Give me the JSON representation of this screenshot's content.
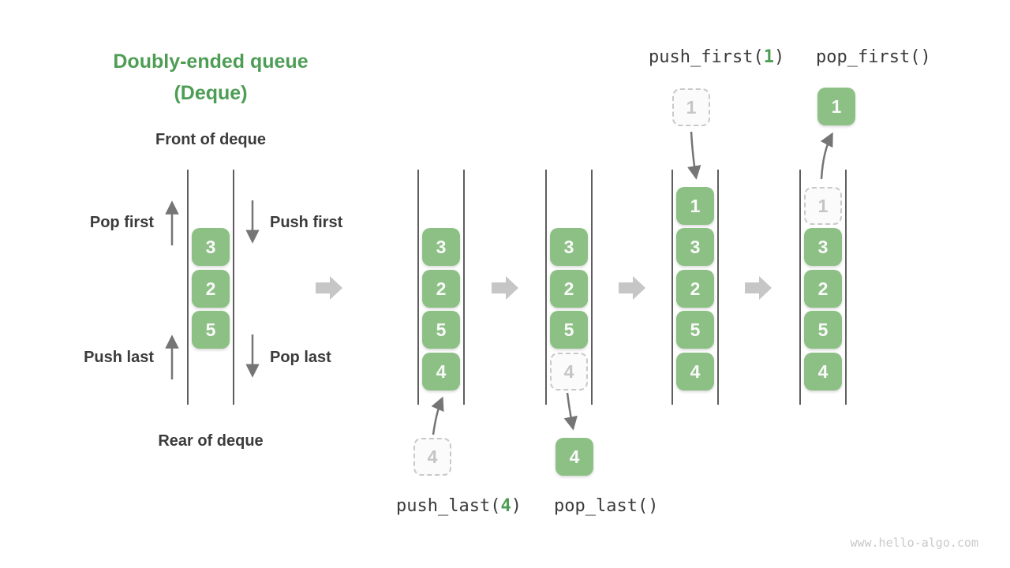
{
  "title": {
    "line1": "Doubly-ended queue",
    "line2": "(Deque)"
  },
  "labels": {
    "front": "Front of deque",
    "rear": "Rear of deque",
    "pop_first": "Pop first",
    "push_first": "Push first",
    "push_last": "Push last",
    "pop_last": "Pop last"
  },
  "operations": {
    "push_first": {
      "fn": "push_first(",
      "arg": "1",
      "close": ")"
    },
    "pop_first": {
      "fn": "pop_first()",
      "arg": "",
      "close": ""
    },
    "push_last": {
      "fn": "push_last(",
      "arg": "4",
      "close": ")"
    },
    "pop_last": {
      "fn": "pop_last()",
      "arg": "",
      "close": ""
    }
  },
  "queues": [
    {
      "id": "deque-initial",
      "cells": [
        {
          "v": "3",
          "row": 1
        },
        {
          "v": "2",
          "row": 2
        },
        {
          "v": "5",
          "row": 3
        }
      ]
    },
    {
      "id": "deque-after-push-last",
      "cells": [
        {
          "v": "3",
          "row": 1
        },
        {
          "v": "2",
          "row": 2
        },
        {
          "v": "5",
          "row": 3
        },
        {
          "v": "4",
          "row": 4
        }
      ]
    },
    {
      "id": "deque-after-pop-last",
      "cells": [
        {
          "v": "3",
          "row": 1
        },
        {
          "v": "2",
          "row": 2
        },
        {
          "v": "5",
          "row": 3
        },
        {
          "v": "4",
          "row": 4,
          "ghost": true
        }
      ]
    },
    {
      "id": "deque-after-push-first",
      "cells": [
        {
          "v": "1",
          "row": 0
        },
        {
          "v": "3",
          "row": 1
        },
        {
          "v": "2",
          "row": 2
        },
        {
          "v": "5",
          "row": 3
        },
        {
          "v": "4",
          "row": 4
        }
      ]
    },
    {
      "id": "deque-after-pop-first",
      "cells": [
        {
          "v": "1",
          "row": 0,
          "ghost": true
        },
        {
          "v": "3",
          "row": 1
        },
        {
          "v": "2",
          "row": 2
        },
        {
          "v": "5",
          "row": 3
        },
        {
          "v": "4",
          "row": 4
        }
      ]
    }
  ],
  "floating": {
    "push_last_source": {
      "v": "4"
    },
    "pop_last_result": {
      "v": "4"
    },
    "push_first_source": {
      "v": "1"
    },
    "pop_first_result": {
      "v": "1"
    }
  },
  "watermark": "www.hello-algo.com",
  "colors": {
    "box_green": "#8CC084",
    "accent_green": "#4E9D55",
    "dark_text": "#3B3B3B",
    "code_text": "#3A3A3A",
    "cell_text": "#FAFAFA",
    "arrow_gray": "#757575",
    "big_arrow_gray": "#C6C6C6",
    "ghost_border": "#C9C9C9",
    "ghost_text": "#C5C5C5",
    "ghost_bg": "#FBFBFB",
    "rail_gray": "#5E5E5E",
    "watermark_gray": "#C9C9C9"
  }
}
